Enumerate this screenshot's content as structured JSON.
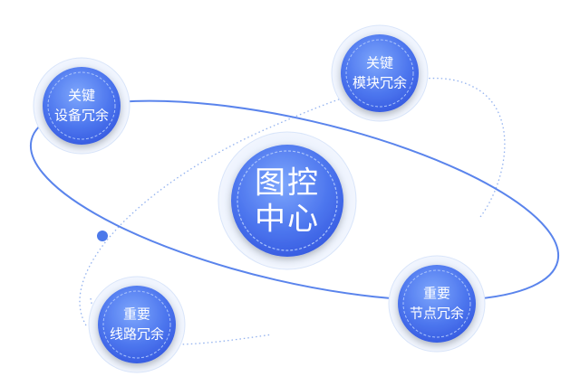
{
  "center": {
    "line1": "图控",
    "line2": "中心"
  },
  "nodes": {
    "top_left": {
      "line1": "关键",
      "line2": "设备冗余"
    },
    "top_right": {
      "line1": "关键",
      "line2": "模块冗余"
    },
    "bottom_left": {
      "line1": "重要",
      "line2": "线路冗余"
    },
    "bottom_right": {
      "line1": "重要",
      "line2": "节点冗余"
    }
  },
  "colors": {
    "node_fill_top": "#6f9bfb",
    "node_fill_bottom": "#3a63e8",
    "halo": "#e3ecfb",
    "halo_ring": "#d5e2f8",
    "orbit_solid": "#4c79ea",
    "orbit_dotted": "#8fb0ef",
    "dot": "#4c79ea"
  }
}
